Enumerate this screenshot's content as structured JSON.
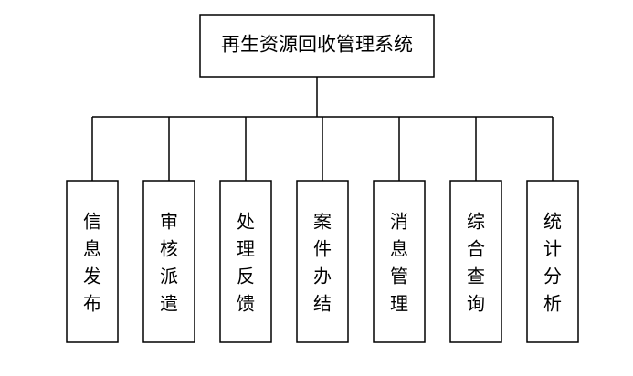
{
  "diagram": {
    "root": {
      "label": "再生资源回收管理系统"
    },
    "children": [
      {
        "label": "信息发布"
      },
      {
        "label": "审核派遣"
      },
      {
        "label": "处理反馈"
      },
      {
        "label": "案件办结"
      },
      {
        "label": "消息管理"
      },
      {
        "label": "综合查询"
      },
      {
        "label": "统计分析"
      }
    ],
    "colors": {
      "stroke": "#000000",
      "fill": "#ffffff",
      "text": "#000000"
    }
  }
}
